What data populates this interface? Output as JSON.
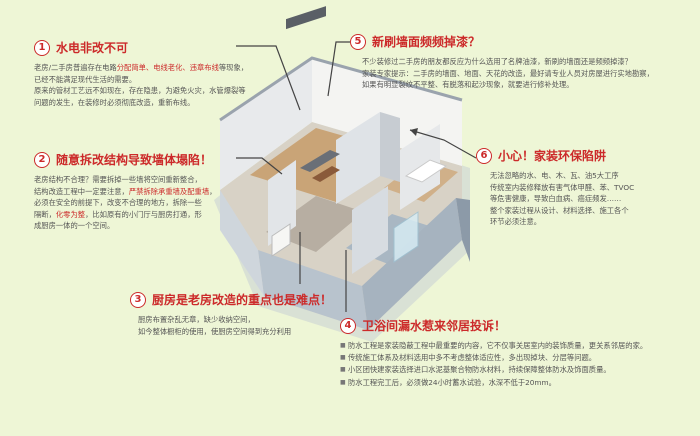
{
  "sections": {
    "s1": {
      "num": "1",
      "title": "水电非改不可",
      "body": {
        "p1_a": "老房/二手房普遍存在电路",
        "p1_hl": "分配简单、电线老化、违章布线",
        "p1_b": "等现象，",
        "p2": "已经不能满足现代生活的需要。",
        "p3": "原来的管材工艺远不如现在，存在隐患，为避免火灾，水管爆裂等",
        "p4": "问题的发生，在装修时必须彻底改造，重新布线。"
      }
    },
    "s2": {
      "num": "2",
      "title": "随意拆改结构导致墙体塌陷！",
      "body": {
        "p1": "老房结构不合理？需要拆掉一些墙将空间重新整合，",
        "p2_a": "结构改造工程中一定要注意，",
        "p2_hl": "严禁拆除承重墙及配重墙",
        "p2_b": "，",
        "p3": "必须在安全的前提下，改变不合理的地方，拆除一些",
        "p4_a": "隔断，",
        "p4_hl": "化零为整",
        "p4_b": "，比如原有的小门厅与厨房打通，形",
        "p5": "成厨房一体的一个空间。"
      }
    },
    "s3": {
      "num": "3",
      "title": "厨房是老房改造的重点也是难点！",
      "body": {
        "p1": "厨房布置杂乱无章，缺少收纳空间，",
        "p2": "如今整体橱柜的使用，使厨房空间得到充分利用"
      }
    },
    "s4": {
      "num": "4",
      "title": "卫浴间漏水惹来邻居投诉！",
      "items": [
        "防水工程是家装隐蔽工程中最重要的内容，它不仅事关居室内的装饰质量，更关系邻居的家。",
        "传统施工体系及材料选用中多不考虑整体适应性，多出现掉块、分层等问题。",
        "小区团快建家装选择进口水泥基聚合物防水材料，持续保障整体防水及饰面质量。",
        "防水工程完工后，必须做24小时蓄水试验，水深不低于20mm。"
      ]
    },
    "s5": {
      "num": "5",
      "title": "新刷墙面频频掉漆？",
      "body": {
        "p1": "不少装修过二手房的朋友都反应为什么选用了名牌油漆，新刷的墙面还是频频掉漆？",
        "p2": "家装专家提示：二手房的墙面、地面、天花的改造，最好请专业人员对房屋进行实地勘察，",
        "p3": "如果有明显裂纹不平整、有脱落和起沙现象，就要进行修补处理。"
      }
    },
    "s6": {
      "num": "6",
      "title": "小心！家装环保陷阱",
      "body": {
        "p1": "无法忽略的水、电、木、瓦、油5大工序",
        "p2": "传统室内装修释放有害气体甲醛、苯、TVOC",
        "p3": "等危害健康，导致白血病、癌症频发……",
        "p4": "整个家装过程从设计、材料选择、施工各个",
        "p5": "环节必须注意。"
      }
    }
  },
  "colors": {
    "accent": "#cc2a2a",
    "background": "#eef6d6",
    "text": "#555555"
  }
}
